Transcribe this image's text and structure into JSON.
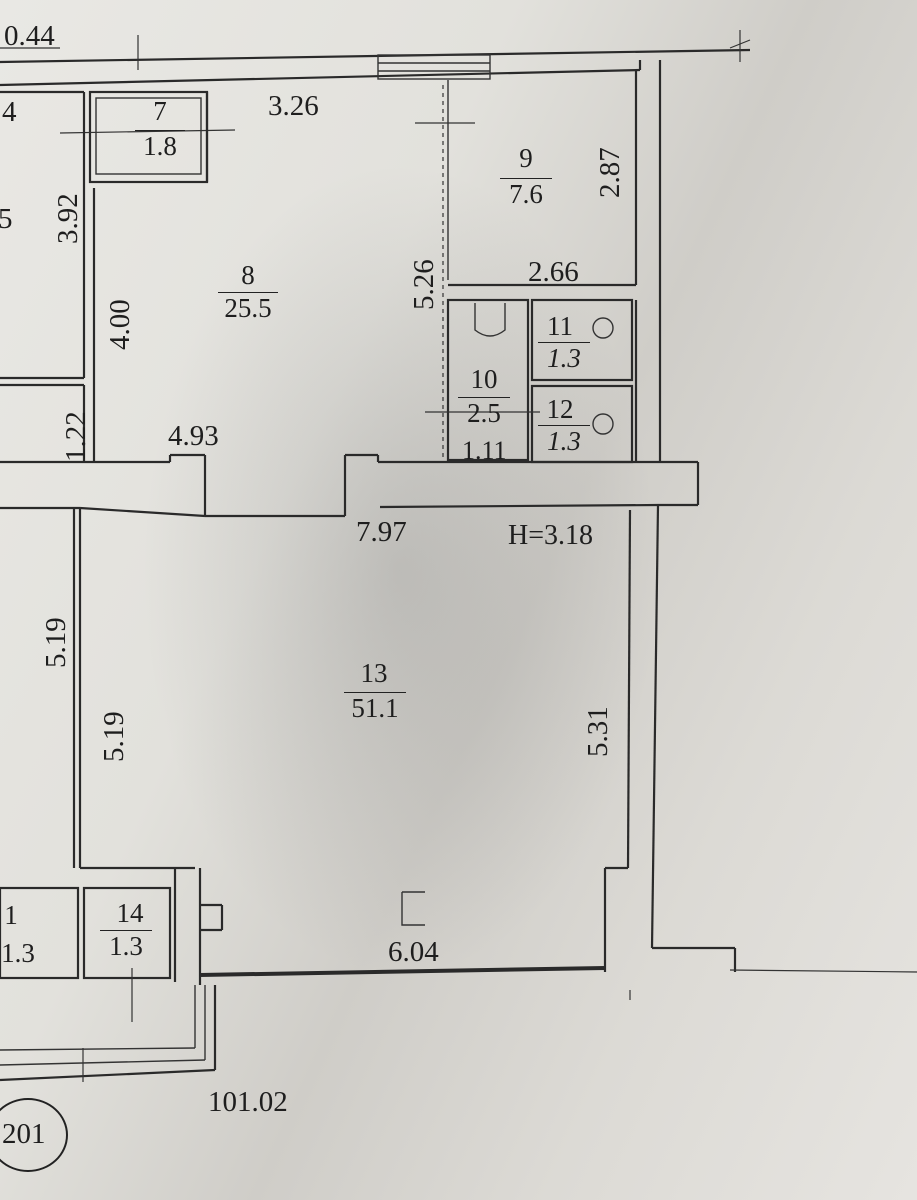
{
  "rooms": [
    {
      "id": "7",
      "number": "7",
      "area": "1.8"
    },
    {
      "id": "8",
      "number": "8",
      "area": "25.5"
    },
    {
      "id": "9",
      "number": "9",
      "area": "7.6"
    },
    {
      "id": "10",
      "number": "10",
      "area": "2.5"
    },
    {
      "id": "11",
      "number": "11",
      "area": "1.3"
    },
    {
      "id": "12",
      "number": "12",
      "area": "1.3"
    },
    {
      "id": "13",
      "number": "13",
      "area": "51.1"
    },
    {
      "id": "14",
      "number": "14",
      "area": "1.3"
    }
  ],
  "partial_labels": {
    "left_top": "4",
    "left_mid": "5",
    "left_bottom_num": "1",
    "left_bottom_area": "1.3"
  },
  "dimensions": {
    "top_left": "0.44",
    "room8_width": "3.26",
    "room9_height": "2.87",
    "left_col_height": "3.92",
    "room8_height": "4.00",
    "corridor_height": "5.26",
    "room9_width": "2.66",
    "left_small_height": "1.22",
    "hall_width": "4.93",
    "bath_width": "1.11",
    "room13_width": "7.97",
    "ceiling_height": "H=3.18",
    "room13_left_outer": "5.19",
    "room13_left_inner": "5.19",
    "room13_right": "5.31",
    "room13_bottom": "6.04",
    "elevation": "101.02"
  },
  "section_number": "201"
}
